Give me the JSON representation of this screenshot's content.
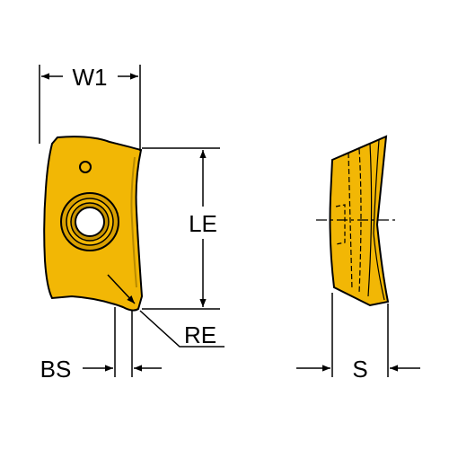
{
  "labels": {
    "w1": "W1",
    "le": "LE",
    "re": "RE",
    "bs": "BS",
    "s": "S"
  },
  "colors": {
    "insert_fill": "#f2b705",
    "insert_edge": "#000000",
    "hole_fill": "#ffffff"
  }
}
